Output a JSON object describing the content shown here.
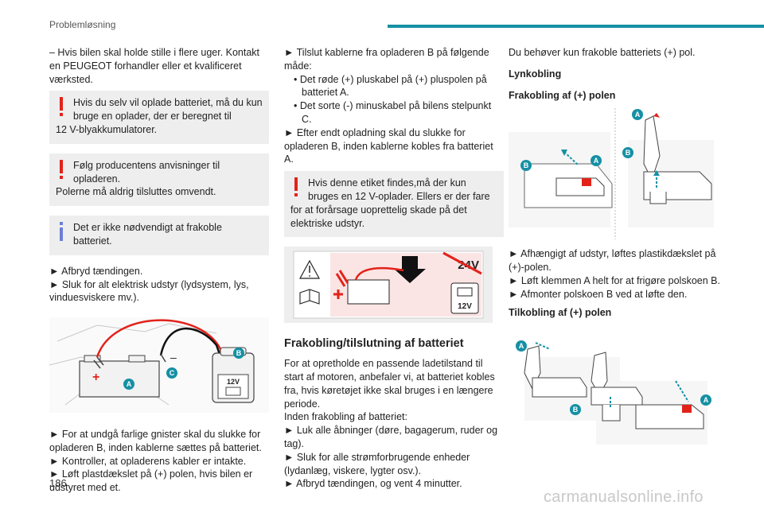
{
  "header": {
    "section": "Problemløsning"
  },
  "page_number": "186",
  "watermark": "carmanualsonline.info",
  "colors": {
    "accent": "#1590a4",
    "warning": "#e2231a",
    "info": "#6c7ed8"
  },
  "col1": {
    "p1": "– Hvis bilen skal holde stille i flere uger. Kontakt en PEUGEOT forhandler eller et kvalificeret værksted.",
    "warn1": {
      "line1": "Hvis du selv vil oplade batteriet, må du kun bruge en oplader, der er beregnet til",
      "line2": "12 V-blyakkumulatorer."
    },
    "warn2": {
      "line1": "Følg producentens anvisninger til opladeren.",
      "line2": "Polerne må aldrig tilsluttes omvendt."
    },
    "info1": "Det er ikke nødvendigt at frakoble batteriet.",
    "steps1": [
      "► Afbryd tændingen.",
      "► Sluk for alt elektrisk udstyr (lydsystem, lys, vinduesviskere mv.)."
    ],
    "figure1": {
      "labels": [
        "A",
        "C",
        "B"
      ],
      "charger_text": "12V",
      "minus": "–",
      "plus": "+"
    },
    "steps2": [
      "► For at undgå farlige gnister skal du slukke for opladeren B, inden kablerne sættes på batteriet.",
      "► Kontroller, at opladerens kabler er intakte.",
      "► Løft plastdækslet på (+) polen, hvis bilen er udstyret med et."
    ]
  },
  "col2": {
    "intro": "► Tilslut kablerne fra opladeren B på følgende måde:",
    "bullets": [
      "• Det røde (+) pluskabel på (+) pluspolen på batteriet A.",
      "• Det sorte (-) minuskabel på bilens stelpunkt C."
    ],
    "step": "► Efter endt opladning skal du slukke for opladeren B, inden kablerne kobles fra batteriet A.",
    "warn3": {
      "line1": "Hvis denne etiket findes,må der kun bruges en 12 V-oplader. Ellers er der fare",
      "line2": "for at forårsage uoprettelig skade på det elektriske udstyr."
    },
    "label_figure": {
      "v24": "24V",
      "v12": "12V"
    },
    "heading": "Frakobling/tilslutning af batteriet",
    "p1": "For at opretholde en passende ladetilstand til start af motoren, anbefaler vi, at batteriet kobles fra, hvis køretøjet ikke skal bruges i en længere periode.",
    "p2": "Inden frakobling af batteriet:",
    "steps": [
      "► Luk alle åbninger (døre, bagagerum, ruder og tag).",
      "► Sluk for alle strømforbrugende enheder (lydanlæg, viskere, lygter osv.).",
      "► Afbryd tændingen, og vent 4 minutter."
    ]
  },
  "col3": {
    "p1": "Du behøver kun frakoble batteriets (+) pol.",
    "h1": "Lynkobling",
    "h2": "Frakobling af (+) polen",
    "figure_labels": [
      "A",
      "B",
      "A",
      "B"
    ],
    "steps": [
      "► Afhængigt af udstyr, løftes plastikdækslet på (+)-polen.",
      "► Løft klemmen A helt for at frigøre polskoen B.",
      "► Afmonter polskoen B ved at løfte den."
    ],
    "h3": "Tilkobling af (+) polen",
    "figure2_labels": [
      "A",
      "B",
      "A"
    ]
  }
}
